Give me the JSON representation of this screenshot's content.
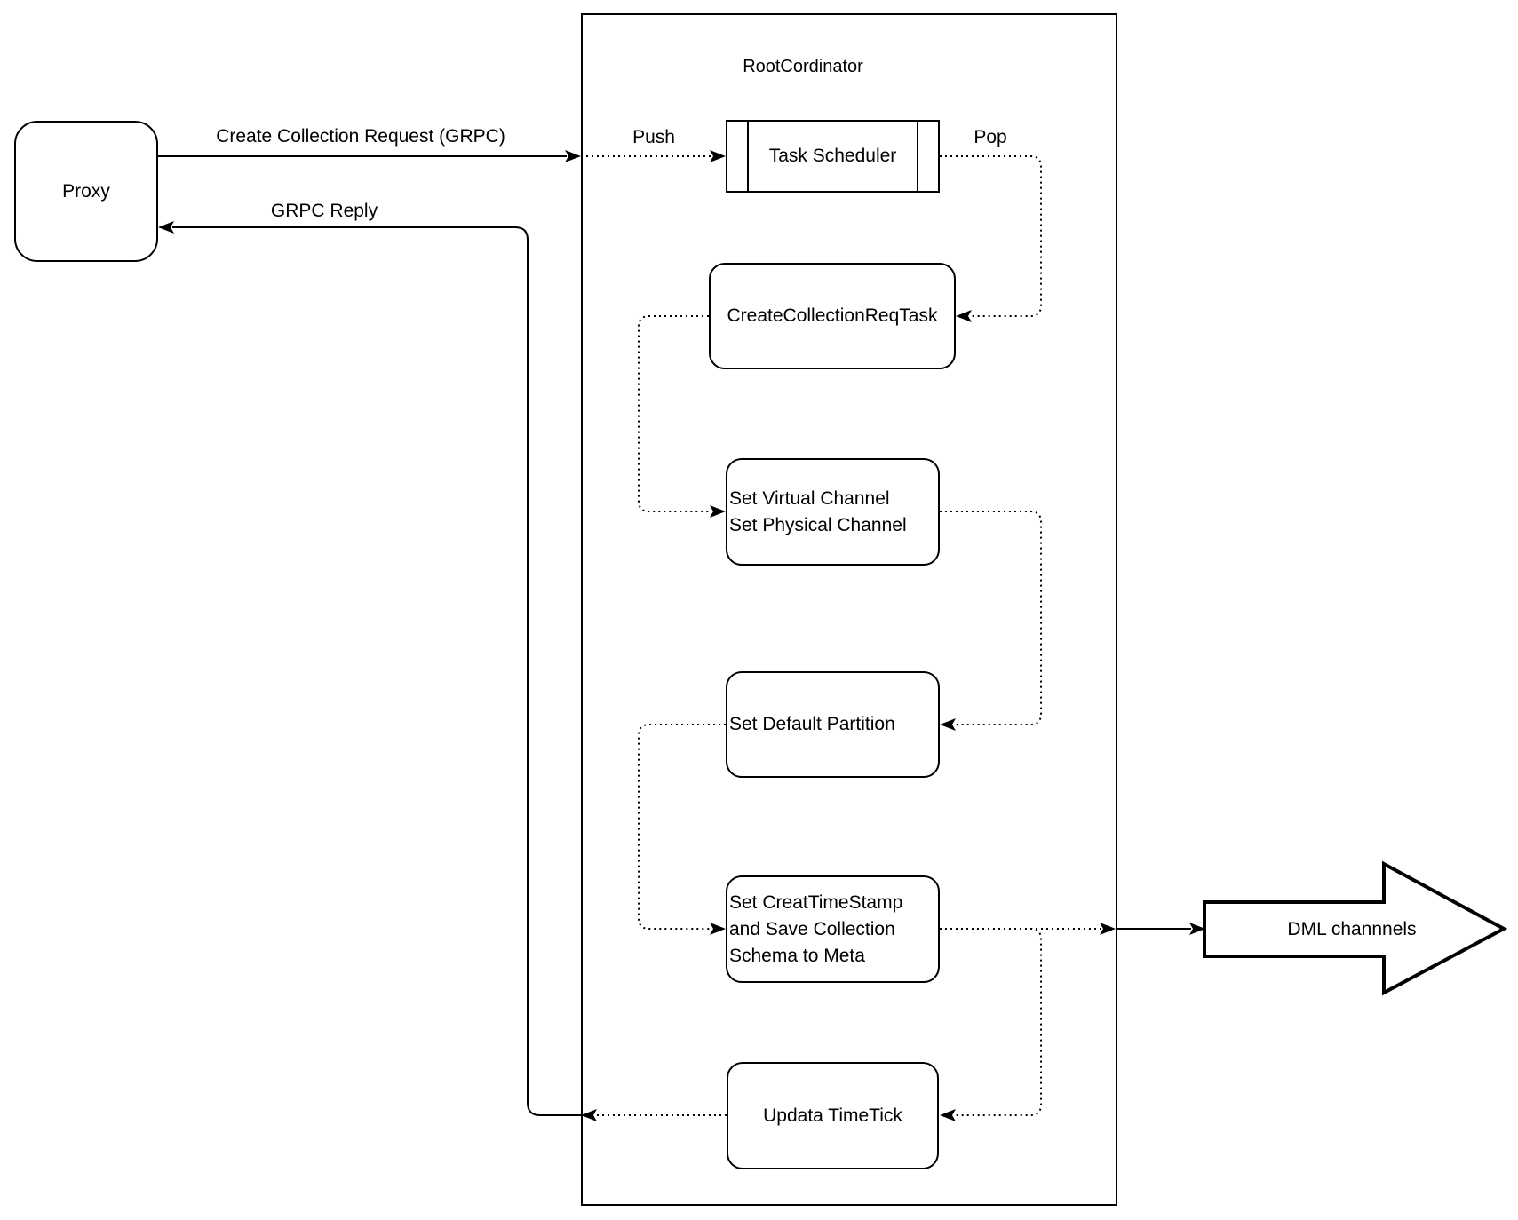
{
  "diagram": {
    "colors": {
      "stroke": "#000000",
      "background": "#ffffff"
    },
    "proxy": {
      "label": "Proxy"
    },
    "root": {
      "title": "RootCordinator"
    },
    "nodes": {
      "task_scheduler": {
        "label": "Task Scheduler"
      },
      "create_collection_req_task": {
        "label": "CreateCollectionReqTask"
      },
      "set_channel": {
        "lines": [
          "Set Virtual Channel",
          "Set Physical Channel"
        ]
      },
      "set_default_partition": {
        "label": "Set Default Partition"
      },
      "set_creat_timestamp": {
        "lines": [
          "Set CreatTimeStamp",
          "and Save Collection",
          "Schema to Meta"
        ]
      },
      "updata_timetick": {
        "label": "Updata TimeTick"
      }
    },
    "edge_labels": {
      "create_request": "Create Collection Request (GRPC)",
      "grpc_reply": "GRPC Reply",
      "push": "Push",
      "pop": "Pop"
    },
    "dml": {
      "label": "DML channnels"
    }
  }
}
